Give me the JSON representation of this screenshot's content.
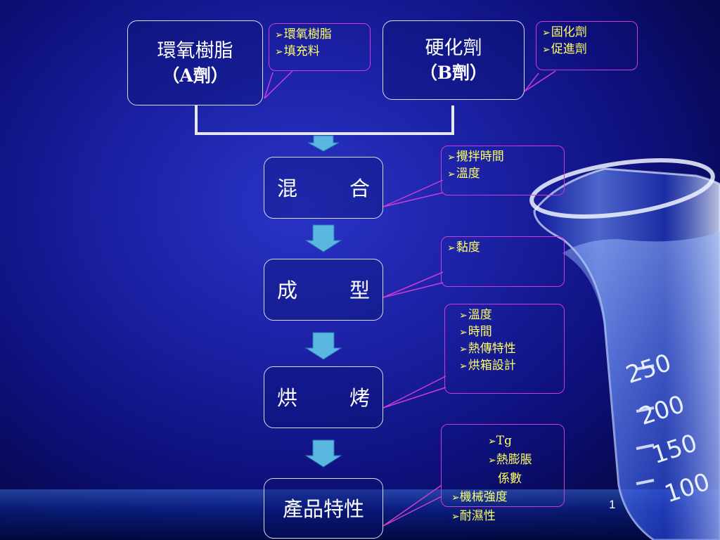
{
  "reagents": [
    {
      "line1": "環氧樹脂",
      "line2": "（A劑）"
    },
    {
      "line1": "硬化劑",
      "line2": "（B劑）"
    }
  ],
  "process_steps": [
    {
      "chars": [
        "混",
        "合"
      ]
    },
    {
      "chars": [
        "成",
        "型"
      ]
    },
    {
      "chars": [
        "烘",
        "烤"
      ]
    },
    {
      "label": "產品特性"
    }
  ],
  "callouts": {
    "resin": [
      "環氧樹脂",
      "填充料"
    ],
    "hardener": [
      "固化劑",
      "促進劑"
    ],
    "mixing": [
      "攪拌時間",
      "溫度"
    ],
    "molding": [
      "黏度"
    ],
    "baking": [
      "溫度",
      "時間",
      "熱傳特性",
      "烘箱設計"
    ],
    "properties": [
      "Tg",
      "熱膨脹",
      "係數",
      "機械強度",
      "耐濕性"
    ]
  },
  "bullet_glyph": "➢",
  "beaker_marks": [
    "250",
    "200",
    "150",
    "100"
  ],
  "slide_number": "1",
  "colors": {
    "background": "#1a1fa0",
    "box_border": "#d8dcf5",
    "callout_border": "#d03ad6",
    "callout_text": "#ffff66",
    "arrow": "#5ab8e0",
    "bracket": "#e6e8f0"
  }
}
